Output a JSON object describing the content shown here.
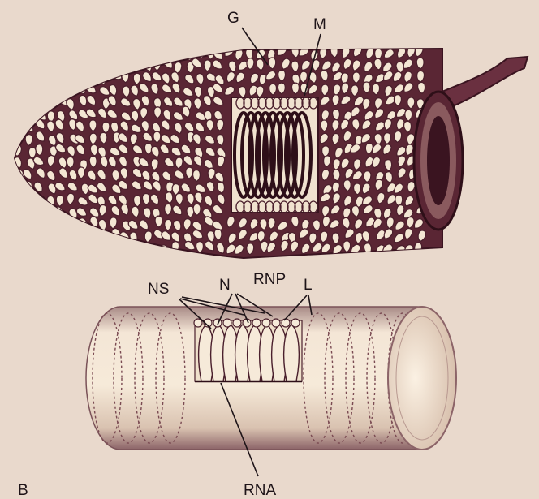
{
  "panel_letter": "B",
  "colors": {
    "background": "#e9d9cc",
    "ink": "#4a1f2c",
    "cream": "#f3e6d3",
    "shadow": "#7a4a52"
  },
  "top_figure": {
    "labels": {
      "g": "G",
      "m": "M"
    }
  },
  "bottom_figure": {
    "labels": {
      "ns": "NS",
      "n": "N",
      "rnp": "RNP",
      "l": "L",
      "rna": "RNA"
    }
  }
}
